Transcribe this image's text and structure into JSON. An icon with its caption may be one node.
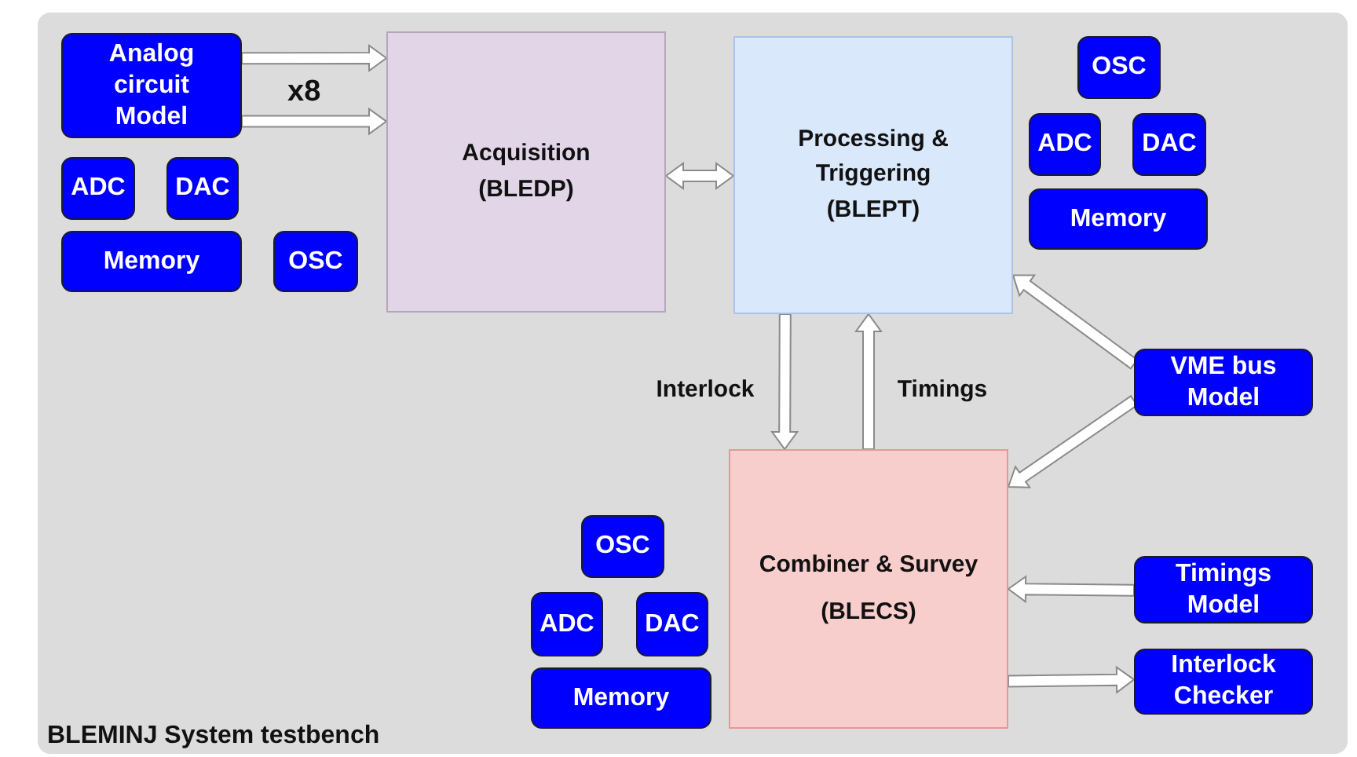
{
  "diagram": {
    "nodes": [
      {
        "text": [
          "BLEMINJ System testbench"
        ]
      },
      {
        "text": [
          "Analog circuit Model"
        ],
        "in": 0
      },
      {
        "text": [
          "ADC"
        ],
        "in": 0
      },
      {
        "text": [
          "DAC"
        ],
        "in": 0
      },
      {
        "text": [
          "Memory"
        ],
        "in": 0
      },
      {
        "text": [
          "OSC"
        ],
        "in": 0
      },
      {
        "text": [
          "Acquisition (BLEDP)"
        ],
        "in": 0
      },
      {
        "text": [
          "Processing & Triggering (BLEPT)"
        ],
        "in": 0
      },
      {
        "text": [
          "OSC"
        ],
        "in": 0
      },
      {
        "text": [
          "ADC"
        ],
        "in": 0
      },
      {
        "text": [
          "DAC"
        ],
        "in": 0
      },
      {
        "text": [
          "Memory"
        ],
        "in": 0
      },
      {
        "text": [
          "VME bus Model"
        ],
        "in": 0
      },
      {
        "text": [
          "Combiner & Survey (BLECS)"
        ],
        "in": 0
      },
      {
        "text": [
          "OSC"
        ],
        "in": 0
      },
      {
        "text": [
          "ADC"
        ],
        "in": 0
      },
      {
        "text": [
          "DAC"
        ],
        "in": 0
      },
      {
        "text": [
          "Memory"
        ],
        "in": 0
      },
      {
        "text": [
          "Timings Model"
        ],
        "in": 0
      },
      {
        "text": [
          "Interlock Checker"
        ],
        "in": 0
      }
    ],
    "edges": [
      {
        "from": 1,
        "to": 6,
        "arrow": "to"
      },
      {
        "from": 1,
        "to": 6,
        "arrow": "to"
      },
      {
        "from": 6,
        "to": 7,
        "arrow": "both"
      },
      {
        "from": 7,
        "to": 13,
        "arrow": "to",
        "label": "Interlock"
      },
      {
        "from": 13,
        "to": 7,
        "arrow": "to",
        "label": "Timings"
      },
      {
        "from": 12,
        "to": 7,
        "arrow": "to"
      },
      {
        "from": 12,
        "to": 13,
        "arrow": "to"
      },
      {
        "from": 18,
        "to": 13,
        "arrow": "to"
      },
      {
        "from": 13,
        "to": 19,
        "arrow": "to"
      }
    ],
    "labels": [
      "x8"
    ]
  }
}
